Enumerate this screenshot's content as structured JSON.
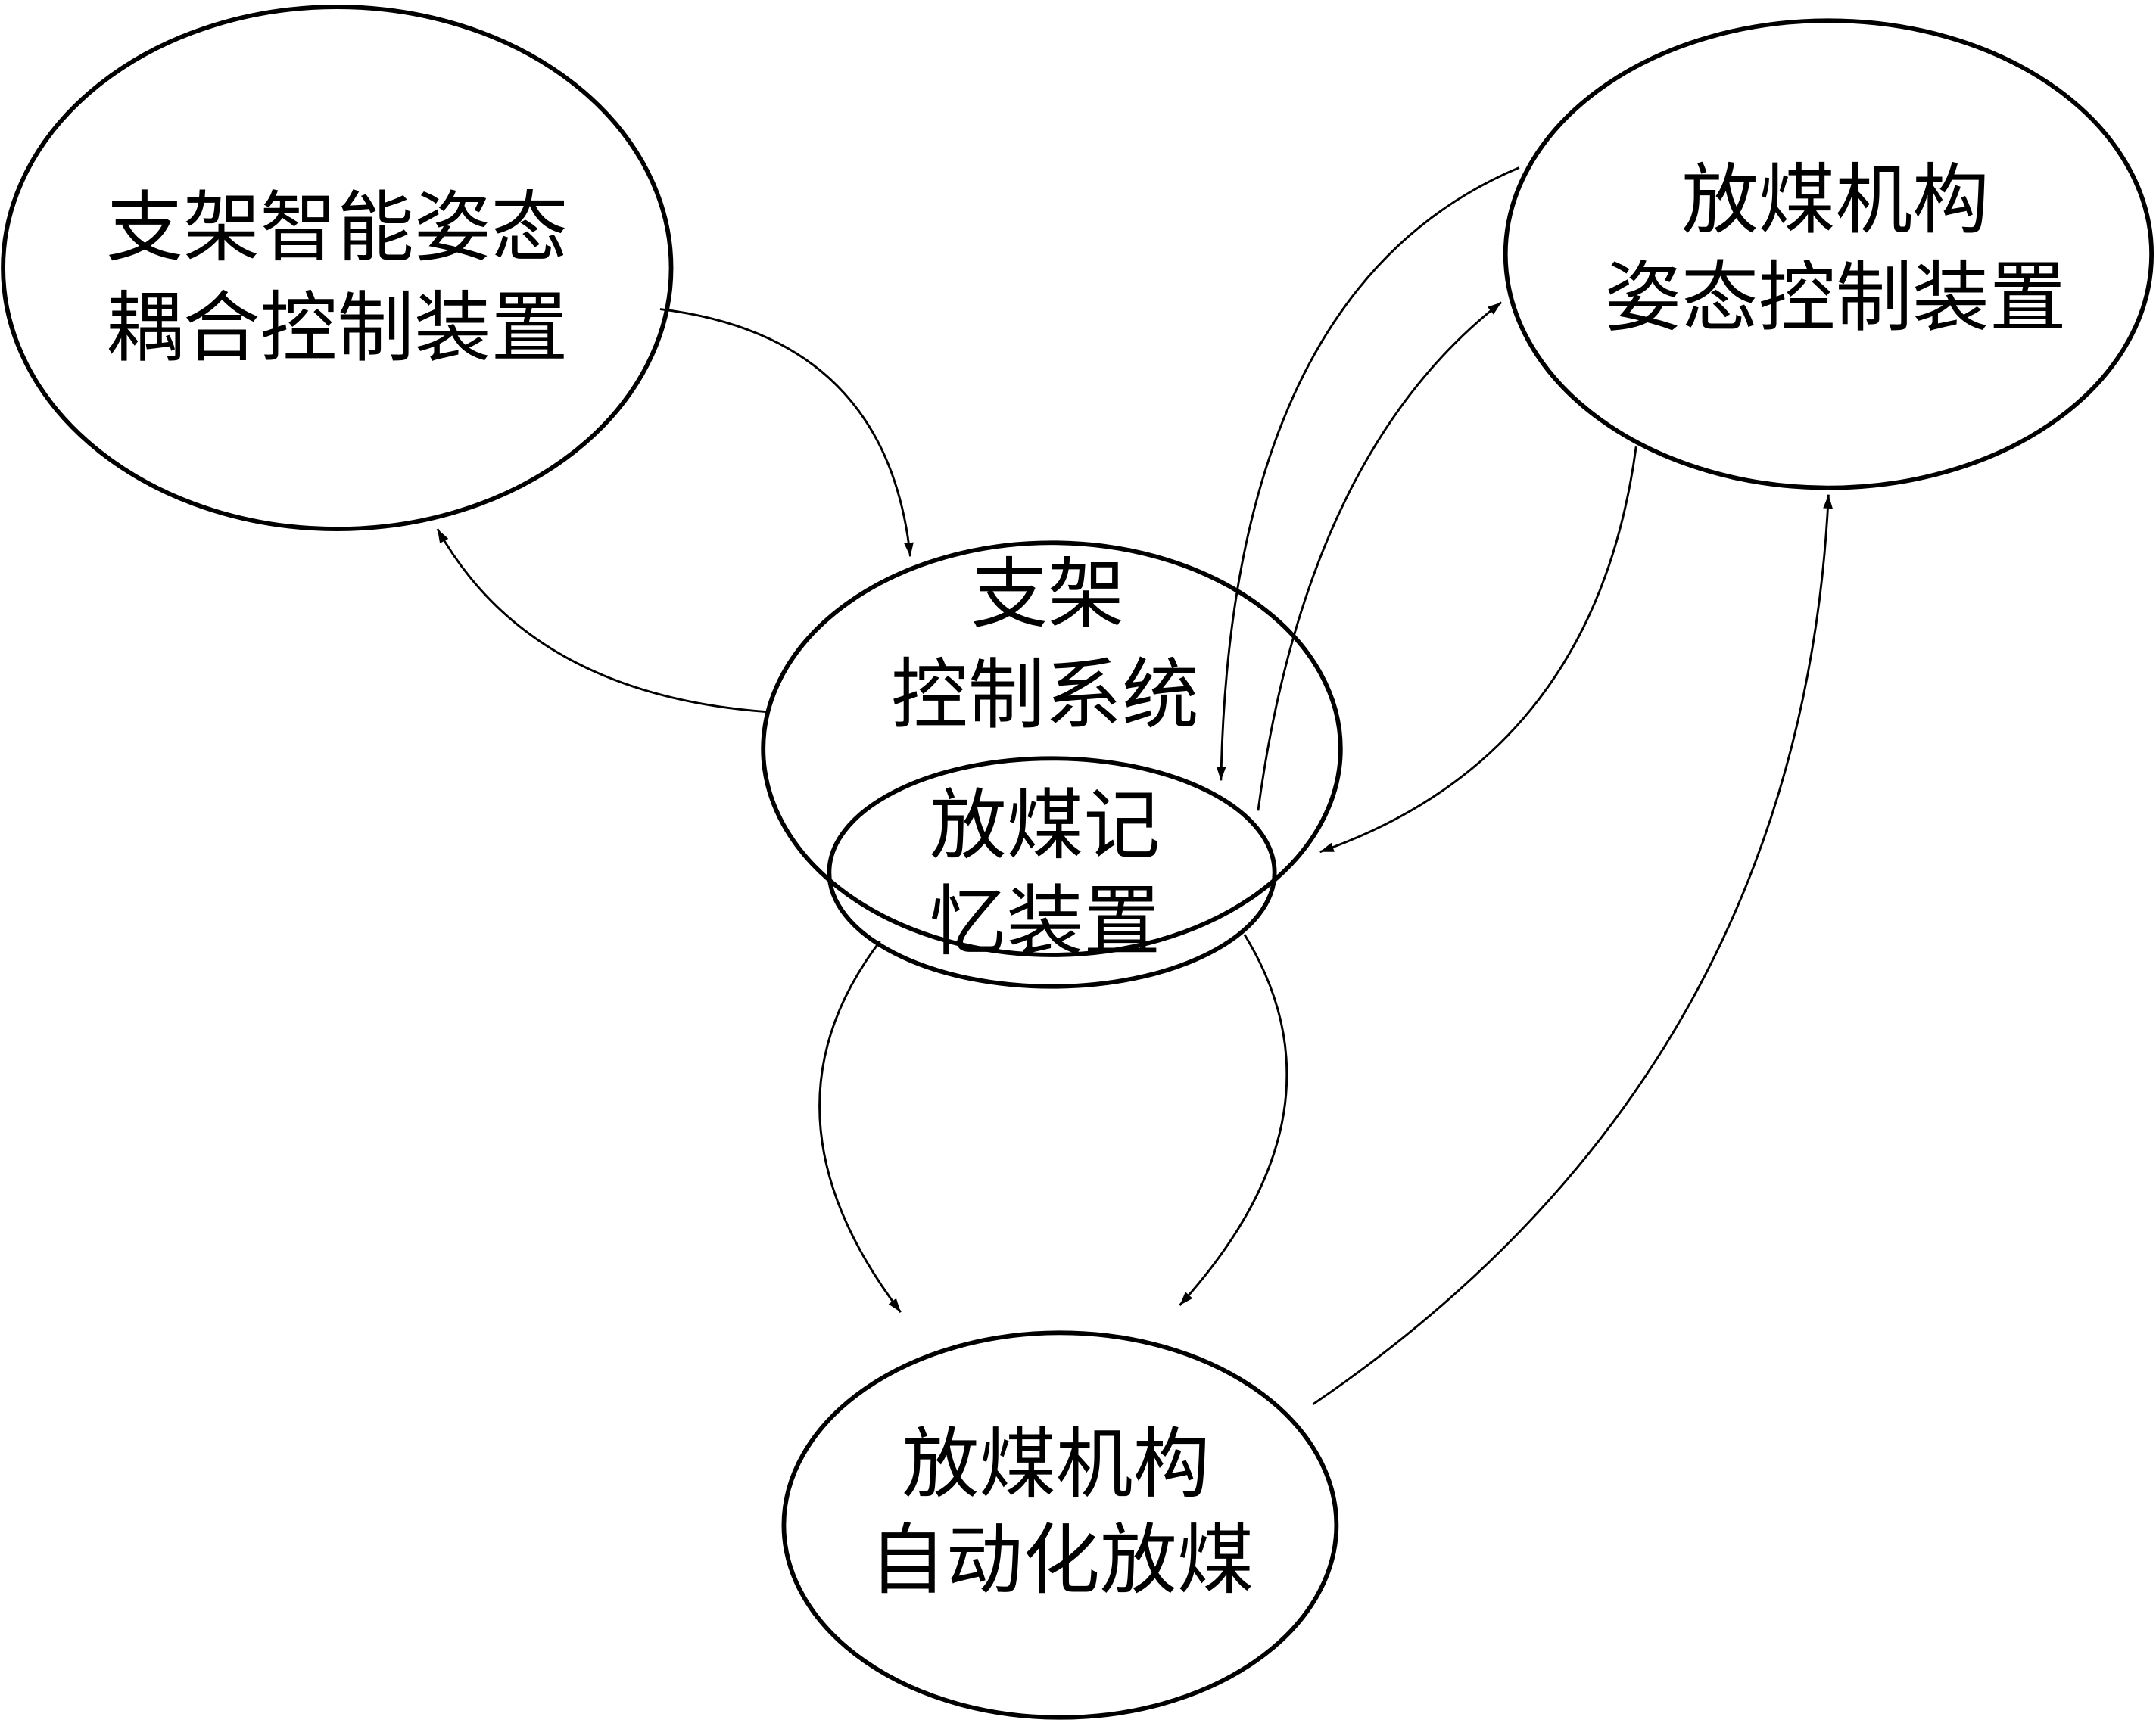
{
  "nodes": {
    "coupling": {
      "line1": "支架智能姿态",
      "line2": "耦合控制装置"
    },
    "posture": {
      "line1": "放煤机构",
      "line2": "姿态控制装置"
    },
    "support": {
      "line1": "支架",
      "line2": "控制系统"
    },
    "memory": {
      "line1": "放煤记",
      "line2": "忆装置"
    },
    "automation": {
      "line1": "放煤机构",
      "line2": "自动化放煤"
    }
  },
  "edges": [
    {
      "from": "coupling",
      "to": "support"
    },
    {
      "from": "support",
      "to": "coupling"
    },
    {
      "from": "posture",
      "to": "memory"
    },
    {
      "from": "memory",
      "to": "posture"
    },
    {
      "from": "posture",
      "to": "support"
    },
    {
      "from": "memory",
      "to": "automation"
    },
    {
      "from": "support",
      "to": "automation"
    },
    {
      "from": "automation",
      "to": "posture"
    }
  ]
}
